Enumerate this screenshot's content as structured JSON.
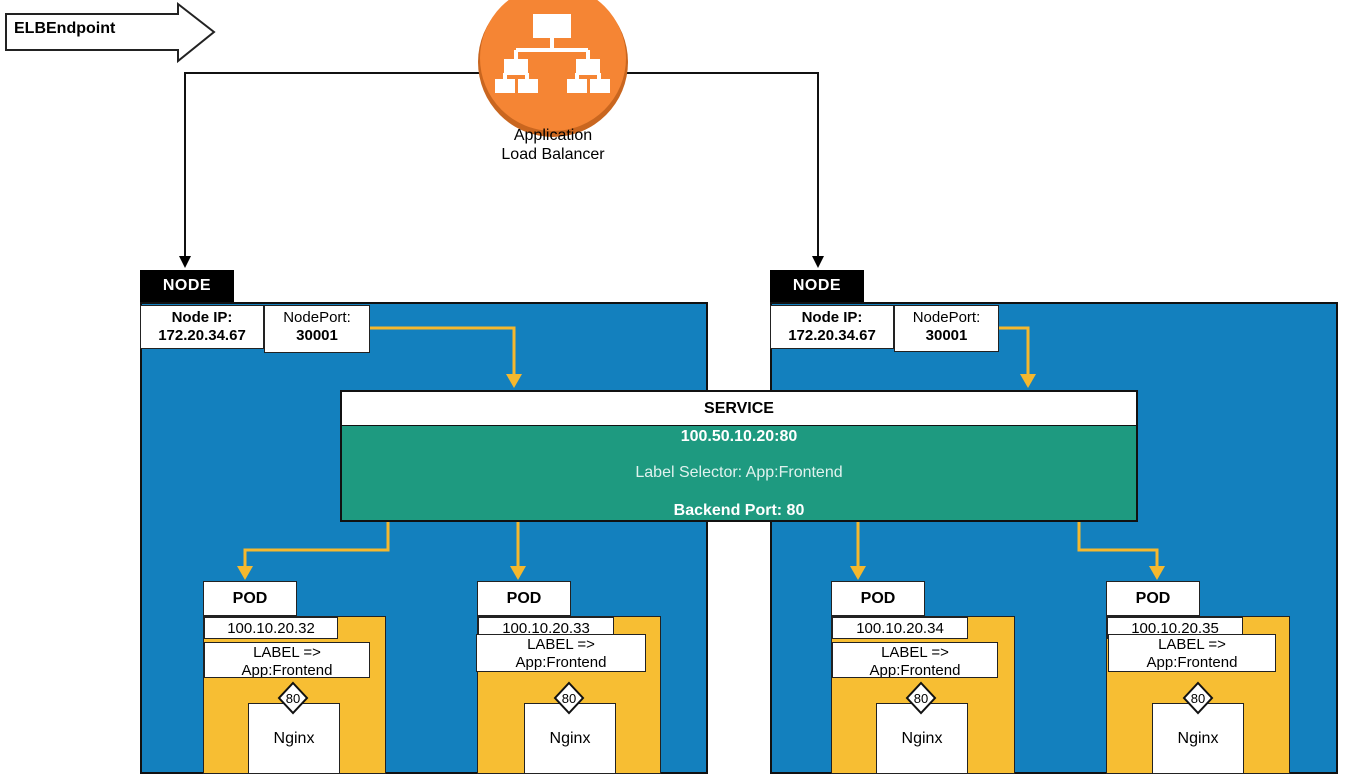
{
  "elb_endpoint": {
    "label": "ELBEndpoint"
  },
  "load_balancer": {
    "label_line1": "Application",
    "label_line2": "Load Balancer",
    "icon": "load-balancer-hierarchy-icon"
  },
  "nodes": [
    {
      "tab": "NODE",
      "ip_label": "Node IP:",
      "ip_value": "172.20.34.67",
      "port_label": "NodePort:",
      "port_value": "30001"
    },
    {
      "tab": "NODE",
      "ip_label": "Node IP:",
      "ip_value": "172.20.34.67",
      "port_label": "NodePort:",
      "port_value": "30001"
    }
  ],
  "service": {
    "title": "SERVICE",
    "address": "100.50.10.20:80",
    "selector": "Label Selector: App:Frontend",
    "backend_port": "Backend Port: 80"
  },
  "pods": [
    {
      "tab": "POD",
      "ip": "100.10.20.32",
      "label_line1": "LABEL =>",
      "label_line2": "App:Frontend",
      "port": "80",
      "container": "Nginx"
    },
    {
      "tab": "POD",
      "ip": "100.10.20.33",
      "label_line1": "LABEL =>",
      "label_line2": "App:Frontend",
      "port": "80",
      "container": "Nginx"
    },
    {
      "tab": "POD",
      "ip": "100.10.20.34",
      "label_line1": "LABEL =>",
      "label_line2": "App:Frontend",
      "port": "80",
      "container": "Nginx"
    },
    {
      "tab": "POD",
      "ip": "100.10.20.35",
      "label_line1": "LABEL =>",
      "label_line2": "App:Frontend",
      "port": "80",
      "container": "Nginx"
    }
  ],
  "colors": {
    "node_blue": "#1380BE",
    "service_green": "#1E9A80",
    "pod_yellow": "#F7BE33",
    "arrow_yellow": "#F5B82E",
    "alb_orange": "#F58534"
  }
}
